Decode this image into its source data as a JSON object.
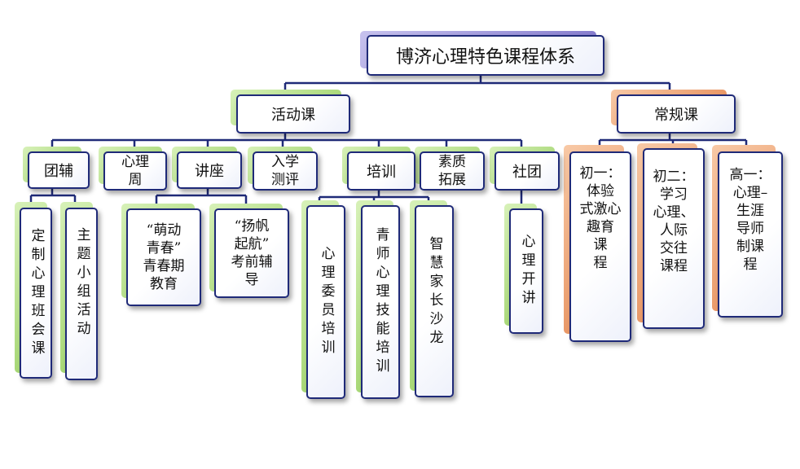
{
  "title": "博济心理特色课程体系",
  "branches": {
    "activity": {
      "label": "活动课",
      "items": {
        "tuanfu": {
          "label": "团辅",
          "children": [
            "定制心理班会课",
            "主题小组活动"
          ]
        },
        "xinlizhou": {
          "label": "心理\n周"
        },
        "jiangzuo": {
          "label": "讲座",
          "children": [
            "“萌动\n青春”\n青春期\n教育",
            "“扬帆\n起航”\n考前辅\n导"
          ]
        },
        "ruxue": {
          "label": "入学\n测评"
        },
        "peixun": {
          "label": "培训",
          "children": [
            "心理委员培训",
            "青师心理技能培训",
            "智慧家长沙龙"
          ]
        },
        "suzhi": {
          "label": "素质\n拓展"
        },
        "shetuan": {
          "label": "社团",
          "children": [
            "心理开讲"
          ]
        }
      }
    },
    "regular": {
      "label": "常规课",
      "items": [
        "初一：\n体验\n式激心\n趣育\n课\n程",
        "初二：\n学习\n心理、\n人际\n交往\n课程",
        "高一：\n心理–\n生涯\n导师\n制课\n程"
      ]
    }
  }
}
